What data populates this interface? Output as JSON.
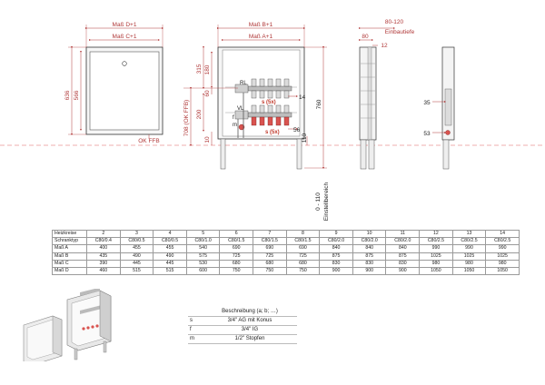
{
  "diagram": {
    "front": {
      "mass_d": "Maß D+1",
      "mass_c": "Maß C+1",
      "height_outer": "636",
      "height_inner": "566",
      "floor_label": "OK FFB"
    },
    "middle": {
      "mass_b": "Maß B+1",
      "mass_a": "Maß A+1",
      "dim_315": "315",
      "dim_180": "180",
      "dim_60": "60",
      "dim_200": "200",
      "dim_708": "708 (OK FFB)",
      "dim_10": "10",
      "dim_14": "14",
      "dim_56": "56",
      "dim_110": "110",
      "dim_760": "760",
      "dim_adjust": "0 - 110",
      "adjust_label": "Einstellbereich",
      "rl": "RL",
      "vl": "VL",
      "s5x_top": "s (5x)",
      "s5x_bottom": "s (5x)",
      "f": "f",
      "m": "m"
    },
    "side": {
      "dim_80_120": "80-120",
      "install_depth": "Einbautiefe",
      "dim_80": "80",
      "dim_12": "12"
    },
    "right": {
      "dim_35": "35",
      "dim_53": "53"
    },
    "colors": {
      "dim_red": "#b03838",
      "line": "#333333",
      "panel": "#f4f4f4"
    }
  },
  "spec_table": {
    "header_label": "Heizkreise",
    "heizkreise": [
      "2",
      "3",
      "4",
      "5",
      "6",
      "7",
      "8",
      "9",
      "10",
      "11",
      "12",
      "13",
      "14"
    ],
    "rows": [
      {
        "label": "Schranktyp",
        "values": [
          "C80/0.4",
          "C80/0.5",
          "C80/0.5",
          "C80/1.0",
          "C80/1.5",
          "C80/1.5",
          "C80/1.5",
          "C80/2.0",
          "C80/2.0",
          "C80/2.0",
          "C80/2.5",
          "C80/2.5",
          "C80/2.5"
        ]
      },
      {
        "label": "Maß A",
        "values": [
          "400",
          "455",
          "455",
          "540",
          "690",
          "690",
          "690",
          "840",
          "840",
          "840",
          "990",
          "990",
          "990"
        ]
      },
      {
        "label": "Maß B",
        "values": [
          "435",
          "490",
          "490",
          "575",
          "725",
          "725",
          "725",
          "875",
          "875",
          "875",
          "1025",
          "1025",
          "1025"
        ]
      },
      {
        "label": "Maß C",
        "values": [
          "390",
          "445",
          "445",
          "530",
          "680",
          "680",
          "680",
          "830",
          "830",
          "830",
          "980",
          "980",
          "980"
        ]
      },
      {
        "label": "Maß D",
        "values": [
          "460",
          "515",
          "515",
          "600",
          "750",
          "750",
          "750",
          "900",
          "900",
          "900",
          "1050",
          "1050",
          "1050"
        ]
      }
    ]
  },
  "legend": {
    "title": "Beschreibung (a; b; …)",
    "items": [
      {
        "key": "s",
        "desc": "3/4\" AG mit Konus"
      },
      {
        "key": "f",
        "desc": "3/4\" IG"
      },
      {
        "key": "m",
        "desc": "1/2\" Stopfen"
      }
    ]
  }
}
